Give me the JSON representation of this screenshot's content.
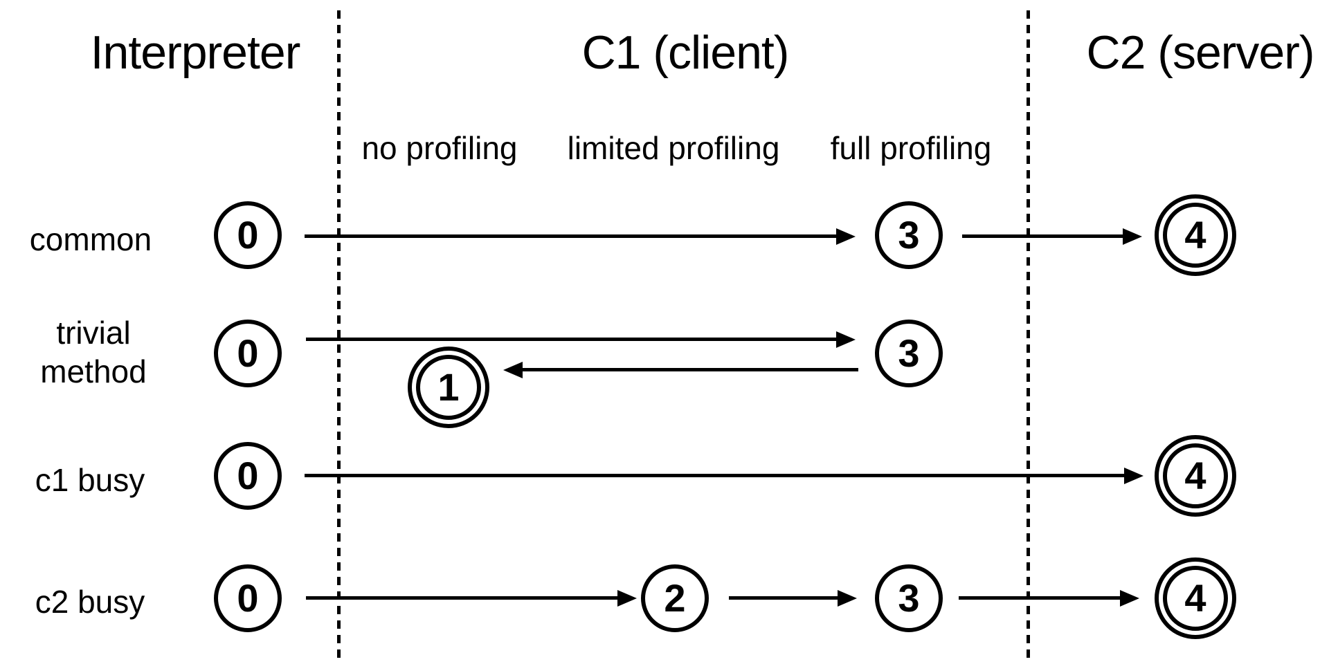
{
  "colors": {
    "ink": "#000000",
    "background": "#ffffff"
  },
  "columns": {
    "interpreter": {
      "title": "Interpreter"
    },
    "c1": {
      "title": "C1 (client)",
      "sublabels": {
        "no": "no profiling",
        "limited": "limited profiling",
        "full": "full profiling"
      }
    },
    "c2": {
      "title": "C2 (server)"
    }
  },
  "rows": {
    "common": {
      "label": "common",
      "nodes": {
        "n0": "0",
        "n3": "3",
        "n4": "4"
      }
    },
    "trivial": {
      "label_line1": "trivial",
      "label_line2": "method",
      "nodes": {
        "n0": "0",
        "n3": "3",
        "n1": "1"
      }
    },
    "c1busy": {
      "label": "c1 busy",
      "nodes": {
        "n0": "0",
        "n4": "4"
      }
    },
    "c2busy": {
      "label": "c2 busy",
      "nodes": {
        "n0": "0",
        "n2": "2",
        "n3": "3",
        "n4": "4"
      }
    }
  }
}
